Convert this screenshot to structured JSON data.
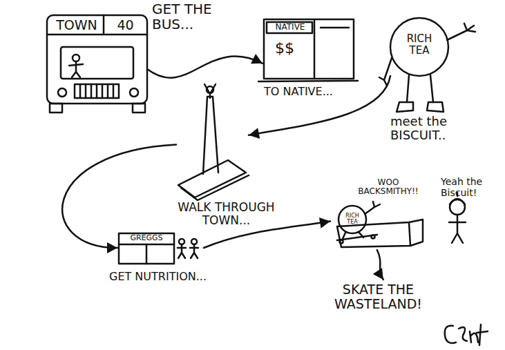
{
  "diagram": {
    "nodes": [
      {
        "text": [
          "TOWN",
          "40",
          "GET THE BUS..."
        ]
      },
      {
        "text": [
          "NATIVE",
          "$$",
          "TO NATIVE..."
        ]
      },
      {
        "text": [
          "RICH TEA",
          "meet the BISCUIT.."
        ]
      },
      {
        "text": [
          "WALK THROUGH TOWN..."
        ]
      },
      {
        "text": [
          "GREGGS",
          "GET NUTRITION..."
        ]
      },
      {
        "text": [
          "WOO BACKSMITHY!!",
          "Yeah the Biscuit!"
        ]
      },
      {
        "text": [
          "RICH TEA"
        ],
        "in": 5
      },
      {
        "text": [
          "SKATE THE WASTELAND!"
        ]
      }
    ],
    "edges": [
      {
        "from": 0,
        "to": 1,
        "arrow": "to"
      },
      {
        "from": 2,
        "to": 3,
        "arrow": "to"
      },
      {
        "from": 3,
        "to": 4,
        "arrow": "to"
      },
      {
        "from": 4,
        "to": 5,
        "arrow": "to"
      },
      {
        "from": 5,
        "to": 7,
        "arrow": "to"
      }
    ]
  }
}
